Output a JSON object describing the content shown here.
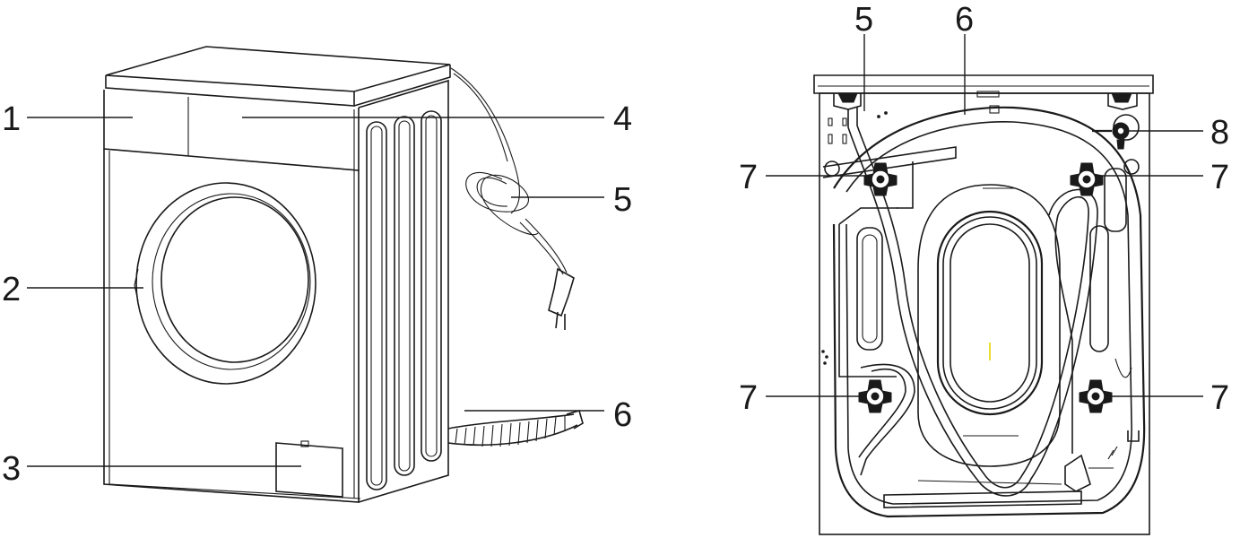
{
  "callouts": {
    "front": [
      "1",
      "2",
      "3",
      "4",
      "5",
      "6"
    ],
    "rear": [
      "5",
      "6",
      "7",
      "7",
      "7",
      "7",
      "8"
    ]
  },
  "colors": {
    "ink": "#1a1a1a",
    "background": "#ffffff",
    "center_mark": "#e6d400"
  },
  "icons": [
    "washing-machine-front-view",
    "washing-machine-rear-view",
    "power-plug-icon",
    "drain-hose-icon",
    "transit-bolt-icon",
    "inlet-valve-icon"
  ]
}
